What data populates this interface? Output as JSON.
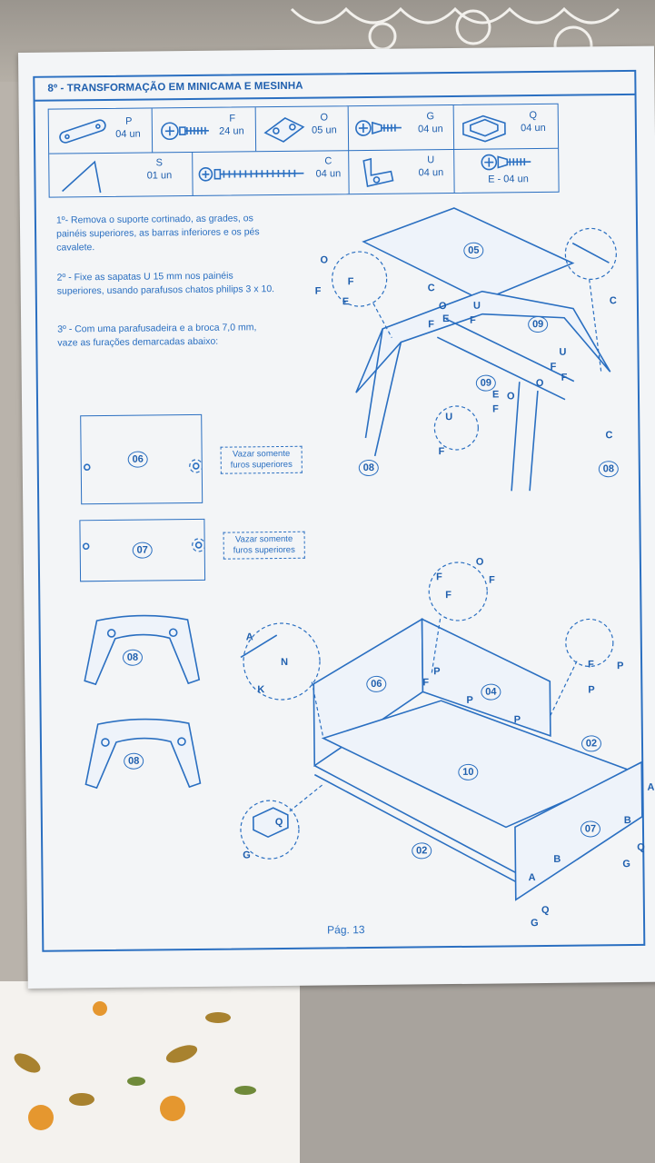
{
  "header": {
    "title": "8º - TRANSFORMAÇÃO EM MINICAMA E MESINHA"
  },
  "parts_row1": [
    {
      "letter": "P",
      "qty": "04 un",
      "icon": "flat-bracket-icon"
    },
    {
      "letter": "F",
      "qty": "24 un",
      "icon": "screw-icon"
    },
    {
      "letter": "O",
      "qty": "05 un",
      "icon": "plate-icon"
    },
    {
      "letter": "G",
      "qty": "04 un",
      "icon": "screw-icon"
    },
    {
      "letter": "Q",
      "qty": "04 un",
      "icon": "u-clip-icon"
    }
  ],
  "parts_row2": [
    {
      "letter": "S",
      "qty": "01 un",
      "icon": "allen-key-icon"
    },
    {
      "letter": "C",
      "qty": "04 un",
      "icon": "long-bolt-icon"
    },
    {
      "letter": "U",
      "qty": "04 un",
      "icon": "u-bracket-icon"
    },
    {
      "letter": "",
      "qty": "E - 04 un",
      "icon": "screw-icon"
    }
  ],
  "instructions": {
    "step1": "1º- Remova o suporte cortinado, as grades, os painéis superiores, as barras inferiores e os pés cavalete.",
    "step2": "2º - Fixe as sapatas U 15 mm nos painéis superiores, usando parafusos chatos philips 3 x 10.",
    "step3": "3º - Com uma parafusadeira e a broca 7,0 mm, vaze as furações demarcadas abaixo:"
  },
  "panels": {
    "p06": "06",
    "p07": "07",
    "callout1": "Vazar somente furos superiores",
    "callout2": "Vazar somente furos superiores",
    "leg1": "08",
    "leg2": "08"
  },
  "table_diagram": {
    "top": "05",
    "rail1": "09",
    "rail2": "09",
    "leg_left": "08",
    "leg_right": "08",
    "labels": [
      "O",
      "F",
      "F",
      "E",
      "C",
      "O",
      "E",
      "F",
      "U",
      "F",
      "C",
      "U",
      "F",
      "O",
      "F",
      "E",
      "O",
      "F",
      "U",
      "F",
      "C"
    ]
  },
  "bed_diagram": {
    "head": "06",
    "side": "04",
    "base": "10",
    "rail_top": "02",
    "rail_bottom": "02",
    "foot": "07",
    "labels": [
      "A",
      "N",
      "K",
      "O",
      "F",
      "F",
      "F",
      "P",
      "P",
      "P",
      "P",
      "F",
      "P",
      "F",
      "Q",
      "G",
      "A",
      "B",
      "A",
      "B",
      "G",
      "Q",
      "G",
      "Q"
    ]
  },
  "footer": {
    "page": "Pág. 13"
  }
}
